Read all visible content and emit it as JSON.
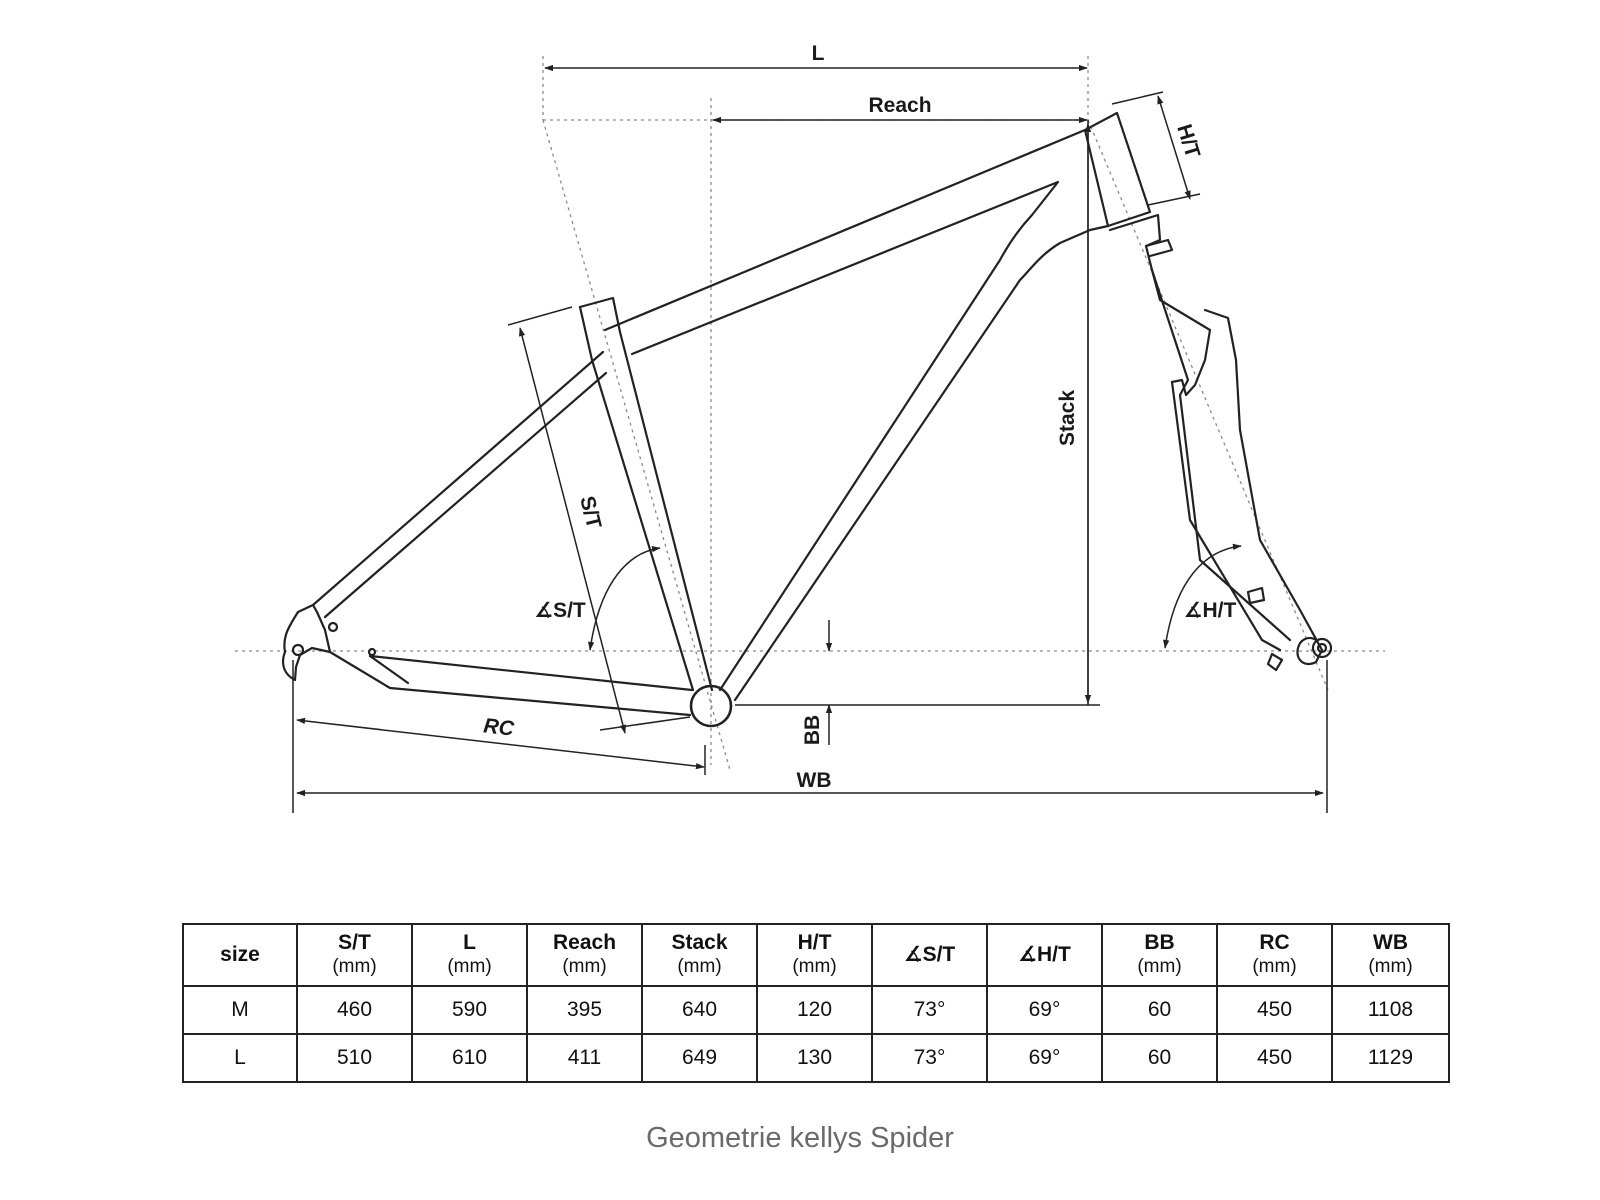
{
  "diagram": {
    "labels": {
      "l": "L",
      "reach": "Reach",
      "ht": "H/T",
      "stack": "Stack",
      "st": "S/T",
      "angle_st": "∡S/T",
      "angle_ht": "∡H/T",
      "bb": "BB",
      "rc": "RC",
      "wb": "WB"
    }
  },
  "table": {
    "headers": [
      {
        "label": "size",
        "unit": ""
      },
      {
        "label": "S/T",
        "unit": "(mm)"
      },
      {
        "label": "L",
        "unit": "(mm)"
      },
      {
        "label": "Reach",
        "unit": "(mm)"
      },
      {
        "label": "Stack",
        "unit": "(mm)"
      },
      {
        "label": "H/T",
        "unit": "(mm)"
      },
      {
        "label": "∡S/T",
        "unit": ""
      },
      {
        "label": "∡H/T",
        "unit": ""
      },
      {
        "label": "BB",
        "unit": "(mm)"
      },
      {
        "label": "RC",
        "unit": "(mm)"
      },
      {
        "label": "WB",
        "unit": "(mm)"
      }
    ],
    "rows": [
      [
        "M",
        "460",
        "590",
        "395",
        "640",
        "120",
        "73°",
        "69°",
        "60",
        "450",
        "1108"
      ],
      [
        "L",
        "510",
        "610",
        "411",
        "649",
        "130",
        "73°",
        "69°",
        "60",
        "450",
        "1129"
      ]
    ]
  },
  "caption": "Geometrie kellys Spider"
}
